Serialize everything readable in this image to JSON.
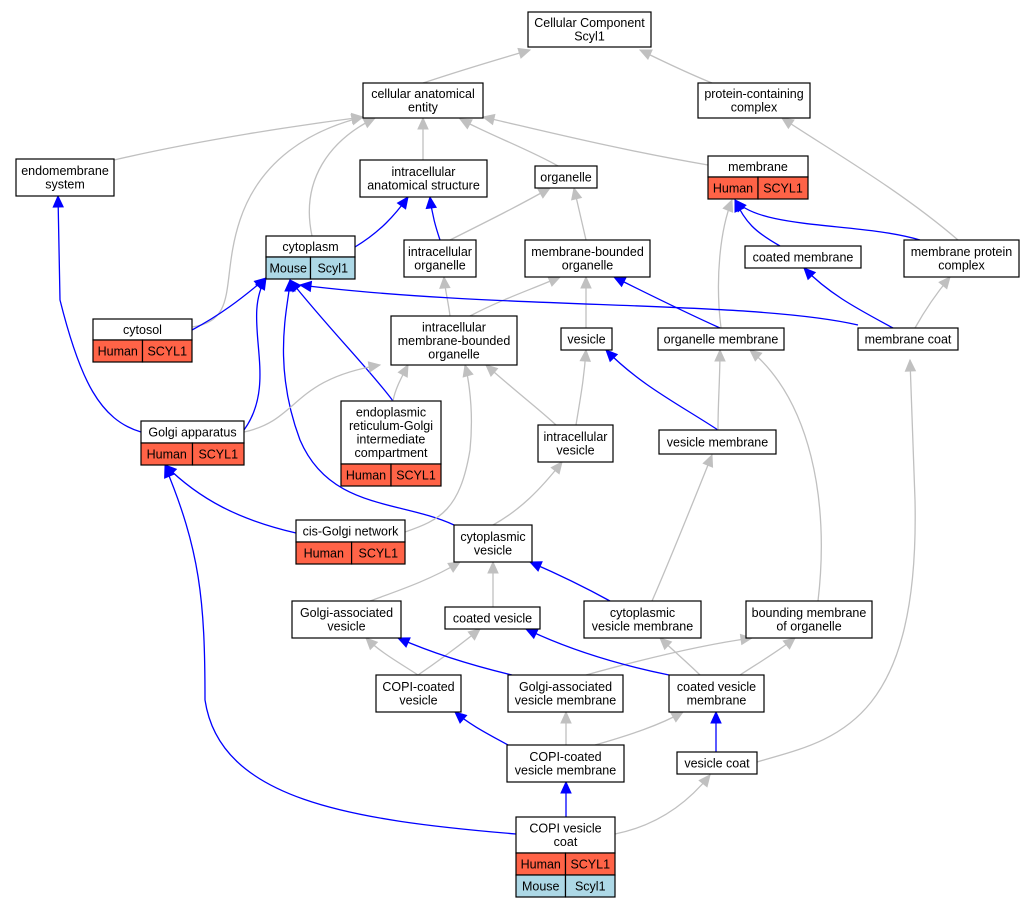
{
  "colors": {
    "human": "#ff6347",
    "mouse": "#add8e6",
    "is_a_edge": "#c0c0c0",
    "part_of_edge": "#0000ff"
  },
  "nodes": [
    {
      "id": "root",
      "lines": [
        "Cellular Component",
        "Scyl1"
      ]
    },
    {
      "id": "cae",
      "lines": [
        "cellular anatomical",
        "entity"
      ]
    },
    {
      "id": "pcc",
      "lines": [
        "protein-containing",
        "complex"
      ]
    },
    {
      "id": "endo",
      "lines": [
        "endomembrane",
        "system"
      ]
    },
    {
      "id": "ias",
      "lines": [
        "intracellular",
        "anatomical structure"
      ]
    },
    {
      "id": "organelle",
      "lines": [
        "organelle"
      ]
    },
    {
      "id": "membrane",
      "lines": [
        "membrane"
      ],
      "annot": [
        [
          "Human",
          "SCYL1"
        ]
      ]
    },
    {
      "id": "cytoplasm",
      "lines": [
        "cytoplasm"
      ],
      "annot": [
        [
          "Mouse",
          "Scyl1"
        ]
      ]
    },
    {
      "id": "io",
      "lines": [
        "intracellular",
        "organelle"
      ]
    },
    {
      "id": "mbo",
      "lines": [
        "membrane-bounded",
        "organelle"
      ]
    },
    {
      "id": "coatedmem",
      "lines": [
        "coated membrane"
      ]
    },
    {
      "id": "mpc",
      "lines": [
        "membrane protein",
        "complex"
      ]
    },
    {
      "id": "cytosol",
      "lines": [
        "cytosol"
      ],
      "annot": [
        [
          "Human",
          "SCYL1"
        ]
      ]
    },
    {
      "id": "imbo",
      "lines": [
        "intracellular",
        "membrane-bounded",
        "organelle"
      ]
    },
    {
      "id": "vesicle",
      "lines": [
        "vesicle"
      ]
    },
    {
      "id": "orgmem",
      "lines": [
        "organelle membrane"
      ]
    },
    {
      "id": "memcoat",
      "lines": [
        "membrane coat"
      ]
    },
    {
      "id": "golgi",
      "lines": [
        "Golgi apparatus"
      ],
      "annot": [
        [
          "Human",
          "SCYL1"
        ]
      ]
    },
    {
      "id": "ergic",
      "lines": [
        "endoplasmic",
        "reticulum-Golgi",
        "intermediate",
        "compartment"
      ],
      "annot": [
        [
          "Human",
          "SCYL1"
        ]
      ]
    },
    {
      "id": "iv",
      "lines": [
        "intracellular",
        "vesicle"
      ]
    },
    {
      "id": "vesmem",
      "lines": [
        "vesicle membrane"
      ]
    },
    {
      "id": "cisgolgi",
      "lines": [
        "cis-Golgi network"
      ],
      "annot": [
        [
          "Human",
          "SCYL1"
        ]
      ]
    },
    {
      "id": "cytves",
      "lines": [
        "cytoplasmic",
        "vesicle"
      ]
    },
    {
      "id": "gav",
      "lines": [
        "Golgi-associated",
        "vesicle"
      ]
    },
    {
      "id": "coatedves",
      "lines": [
        "coated vesicle"
      ]
    },
    {
      "id": "cvm",
      "lines": [
        "cytoplasmic",
        "vesicle membrane"
      ]
    },
    {
      "id": "bmo",
      "lines": [
        "bounding membrane",
        "of organelle"
      ]
    },
    {
      "id": "copicv",
      "lines": [
        "COPI-coated",
        "vesicle"
      ]
    },
    {
      "id": "gavm",
      "lines": [
        "Golgi-associated",
        "vesicle membrane"
      ]
    },
    {
      "id": "coatedvm",
      "lines": [
        "coated vesicle",
        "membrane"
      ]
    },
    {
      "id": "copicvm",
      "lines": [
        "COPI-coated",
        "vesicle membrane"
      ]
    },
    {
      "id": "vescoat",
      "lines": [
        "vesicle coat"
      ]
    },
    {
      "id": "copicoat",
      "lines": [
        "COPI vesicle",
        "coat"
      ],
      "annot": [
        [
          "Human",
          "SCYL1"
        ],
        [
          "Mouse",
          "Scyl1"
        ]
      ]
    }
  ]
}
